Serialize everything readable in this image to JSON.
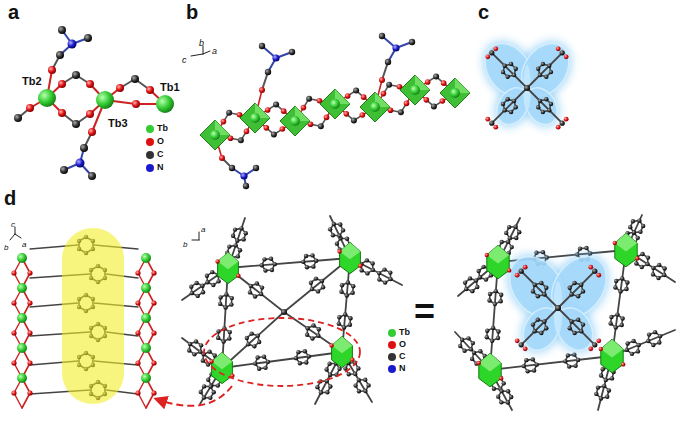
{
  "diagram": {
    "labels": [
      "a",
      "b",
      "c",
      "d",
      "Tb2",
      "Tb3",
      "Tb1",
      "c",
      "b",
      "a",
      "c",
      "b",
      "a",
      "b",
      "a",
      "="
    ],
    "legend": [
      {
        "text": "Tb",
        "color": "#33cc33"
      },
      {
        "text": "O",
        "color": "#dd1111"
      },
      {
        "text": "C",
        "color": "#333333"
      },
      {
        "text": "N",
        "color": "#1a1acc"
      },
      {
        "text": "Tb",
        "color": "#33cc33"
      },
      {
        "text": "O",
        "color": "#dd1111"
      },
      {
        "text": "C",
        "color": "#333333"
      },
      {
        "text": "N",
        "color": "#1a1acc"
      }
    ]
  }
}
